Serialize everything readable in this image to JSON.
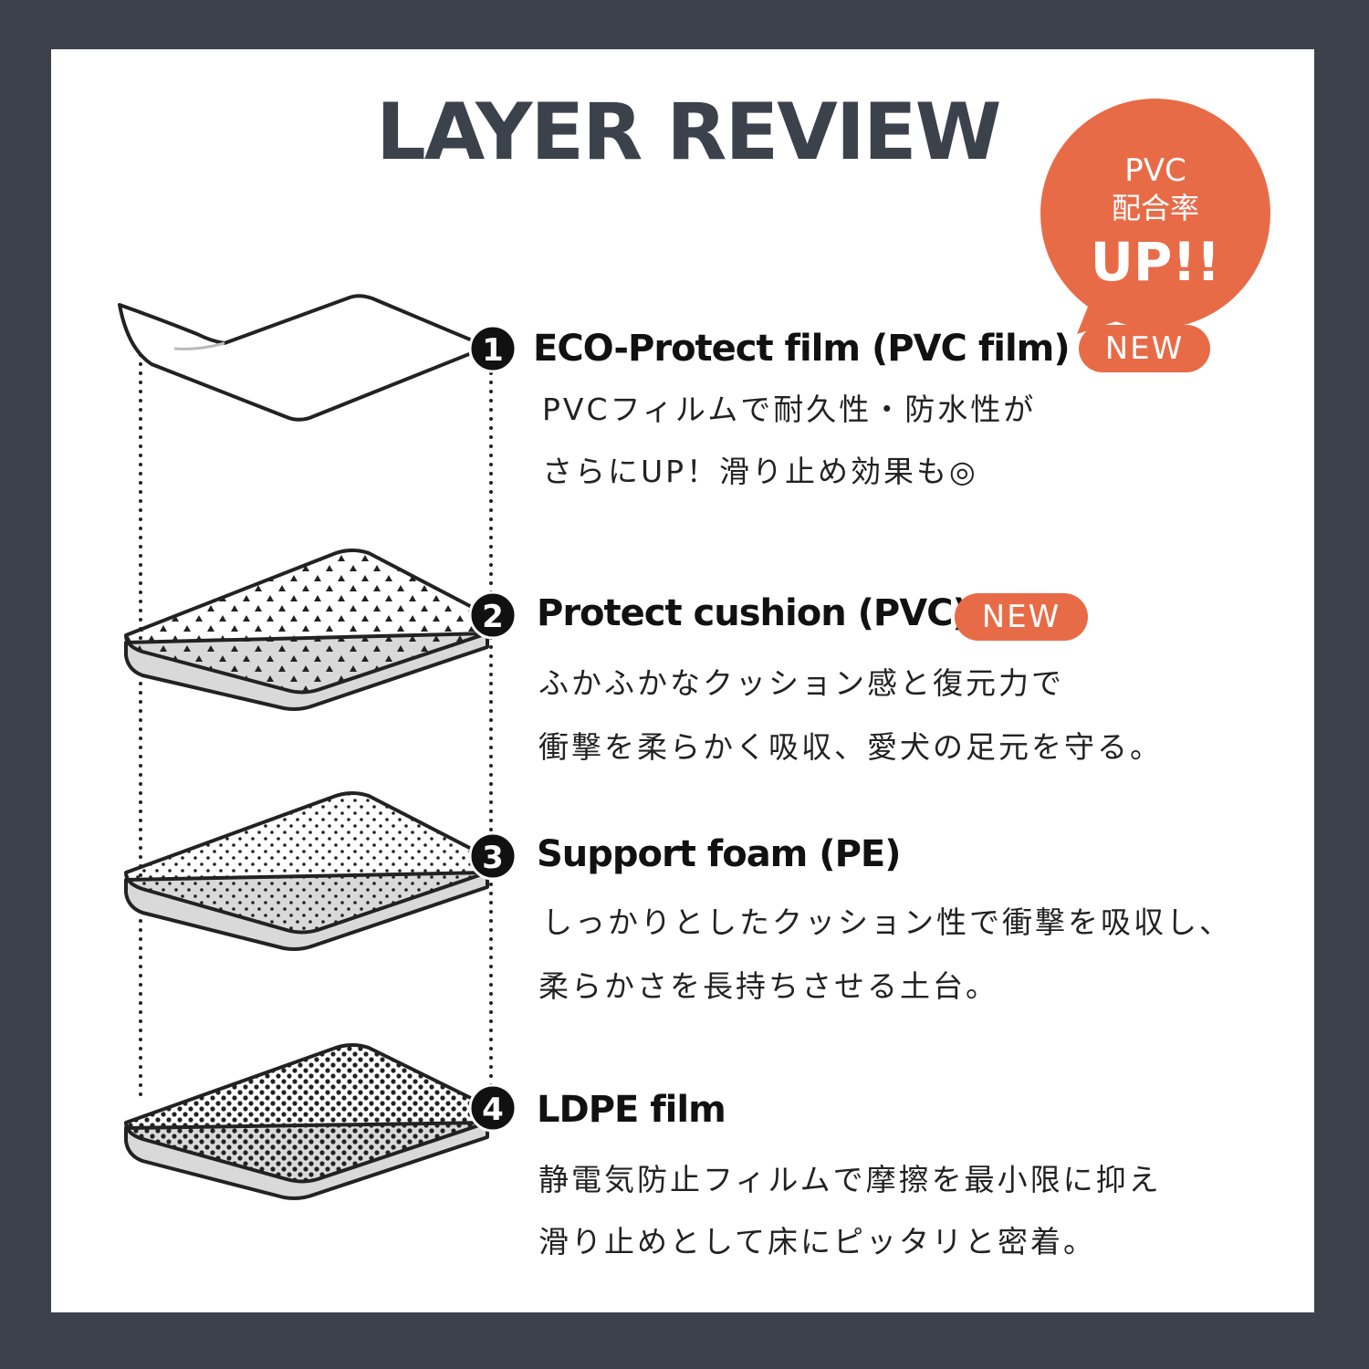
{
  "title": "LAYER REVIEW",
  "badge": {
    "line1": "PVC",
    "line2": "配合率",
    "line3": "UP!!",
    "color": "#e86b47"
  },
  "layers": [
    {
      "number": "1",
      "name": "ECO-Protect film (PVC film)",
      "tag": "NEW",
      "desc": [
        "PVCフィルムで耐久性・防水性が",
        "さらにUP！滑り止め効果も◎"
      ]
    },
    {
      "number": "2",
      "name": "Protect cushion (PVC)",
      "tag": "NEW",
      "desc": [
        "ふかふかなクッション感と復元力で",
        "衝撃を柔らかく吸収、愛犬の足元を守る。"
      ]
    },
    {
      "number": "3",
      "name": "Support foam (PE)",
      "tag": "",
      "desc": [
        "しっかりとしたクッション性で衝撃を吸収し、",
        "柔らかさを長持ちさせる土台。"
      ]
    },
    {
      "number": "4",
      "name": "LDPE film",
      "tag": "",
      "desc": [
        "静電気防止フィルムで摩擦を最小限に抑え",
        "滑り止めとして床にピッタリと密着。"
      ]
    }
  ],
  "colors": {
    "frame": "#3c424c",
    "accent": "#e86b47",
    "layer_edge": "#d9d9d9"
  }
}
